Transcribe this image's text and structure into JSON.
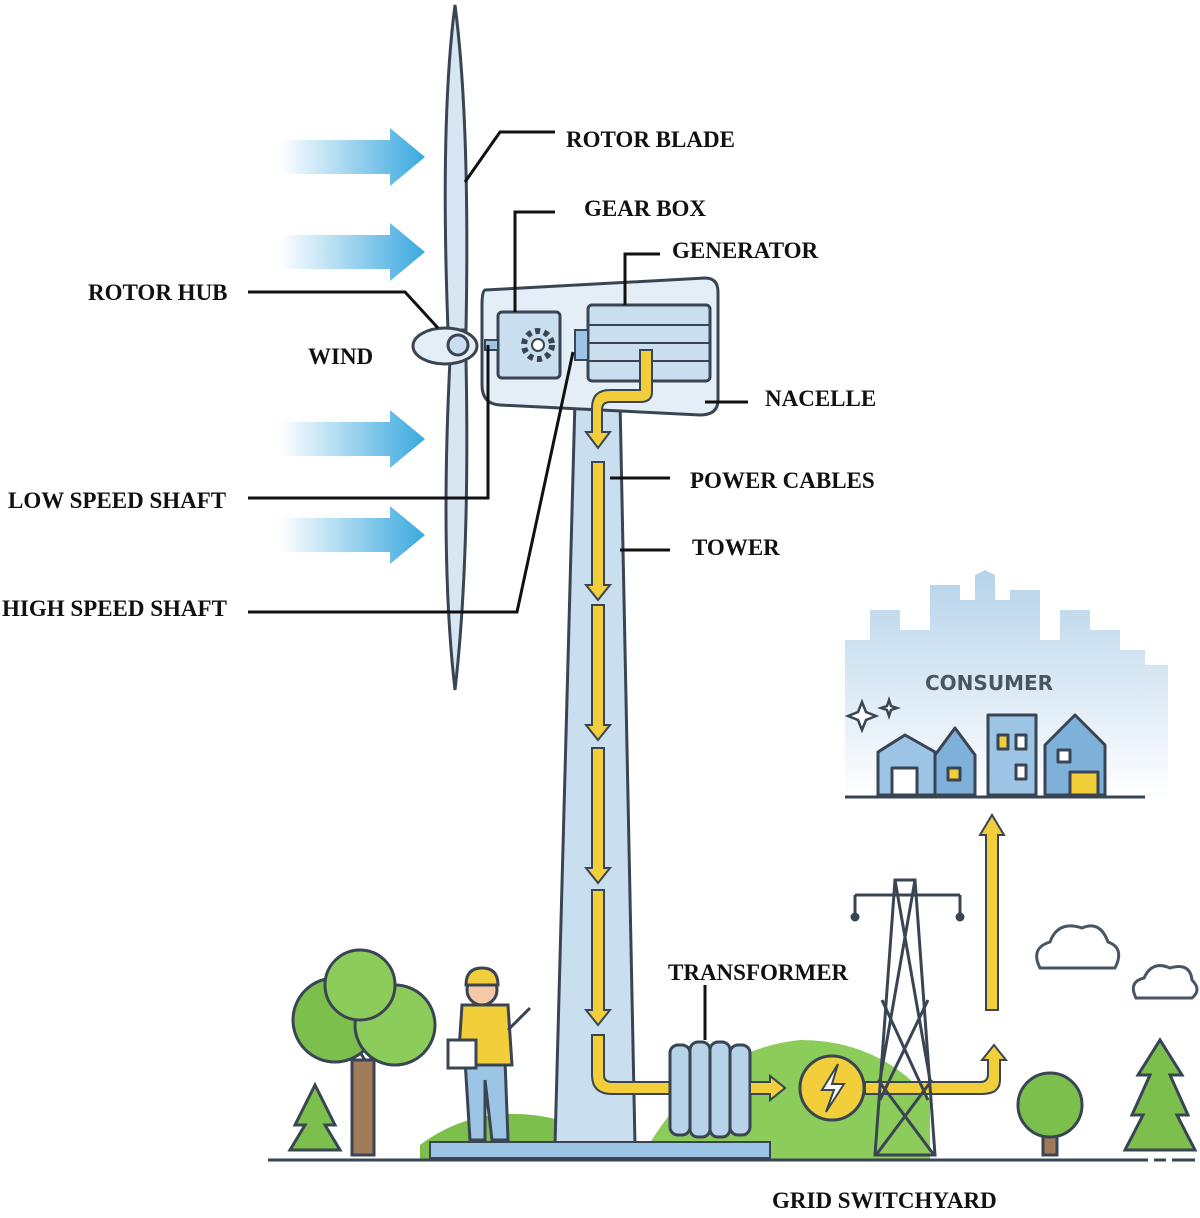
{
  "labels": {
    "rotor_blade": "ROTOR BLADE",
    "gear_box": "GEAR BOX",
    "generator": "GENERATOR",
    "rotor_hub": "ROTOR HUB",
    "wind": "WIND",
    "nacelle": "NACELLE",
    "power_cables": "POWER CABLES",
    "low_speed_shaft": "LOW SPEED SHAFT",
    "tower": "TOWER",
    "high_speed_shaft": "HIGH SPEED SHAFT",
    "consumer": "CONSUMER",
    "transformer": "TRANSFORMER",
    "grid_switchyard": "GRID SWITCHYARD"
  },
  "colors": {
    "wind_arrow": "#3aa8df",
    "power_flow": "#f2cf3a",
    "structure": "#c9dff0",
    "tree": "#7cbf4c",
    "city": "#b6d3ea"
  }
}
